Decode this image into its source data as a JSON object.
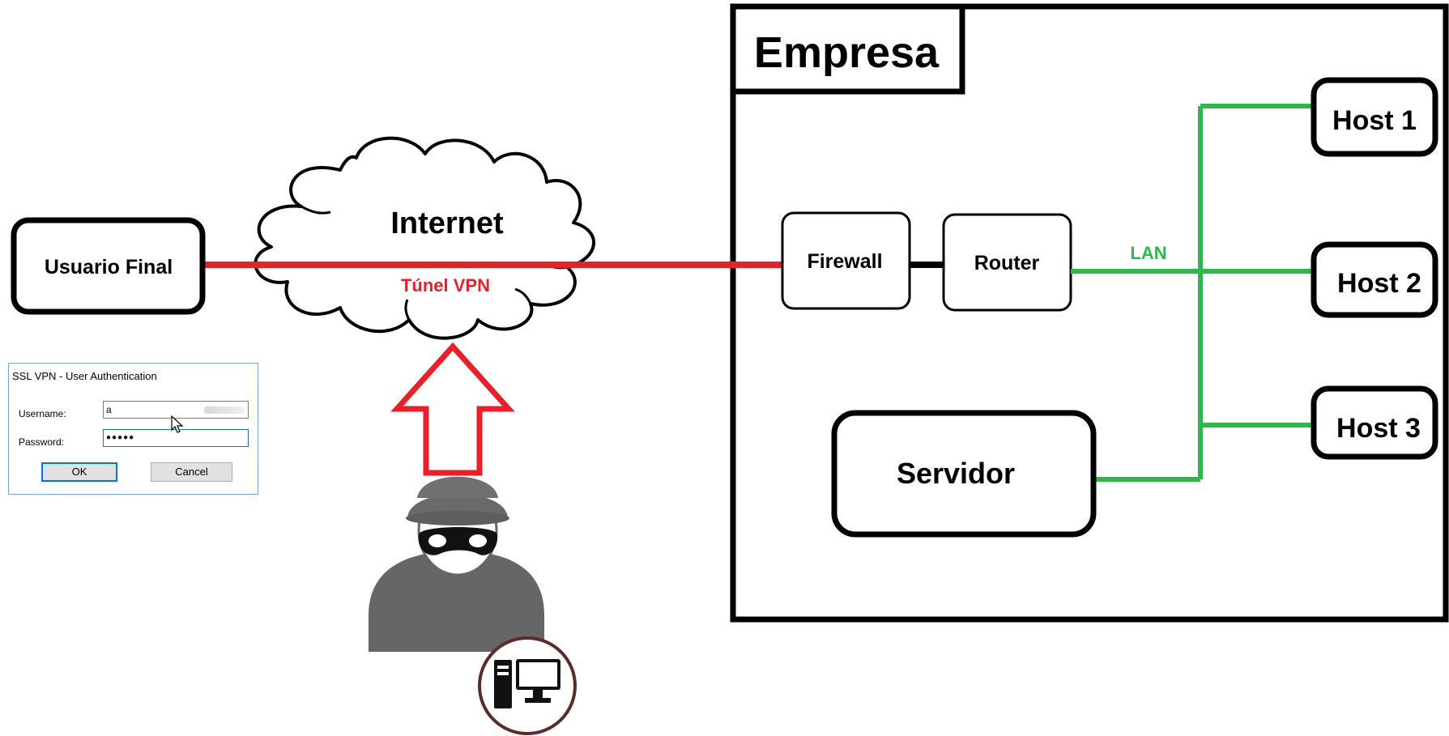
{
  "diagram": {
    "company_title": "Empresa",
    "end_user": "Usuario Final",
    "internet": "Internet",
    "tunnel": "Túnel VPN",
    "firewall": "Firewall",
    "router": "Router",
    "lan": "LAN",
    "server": "Servidor",
    "hosts": [
      "Host 1",
      "Host 2",
      "Host 3"
    ]
  },
  "login_dialog": {
    "title": "SSL VPN - User Authentication",
    "username_label": "Username:",
    "password_label": "Password:",
    "username_value": "a",
    "password_value": "●●●●●",
    "ok_label": "OK",
    "cancel_label": "Cancel"
  },
  "colors": {
    "vpn_tunnel": "#e8202a",
    "lan": "#2db84d",
    "attacker_arrow": "#e8202a",
    "attacker_figure": "#666666"
  },
  "icons": [
    "hacker-icon",
    "computer-icon",
    "mouse-cursor-icon",
    "cloud-icon",
    "up-arrow-icon"
  ]
}
